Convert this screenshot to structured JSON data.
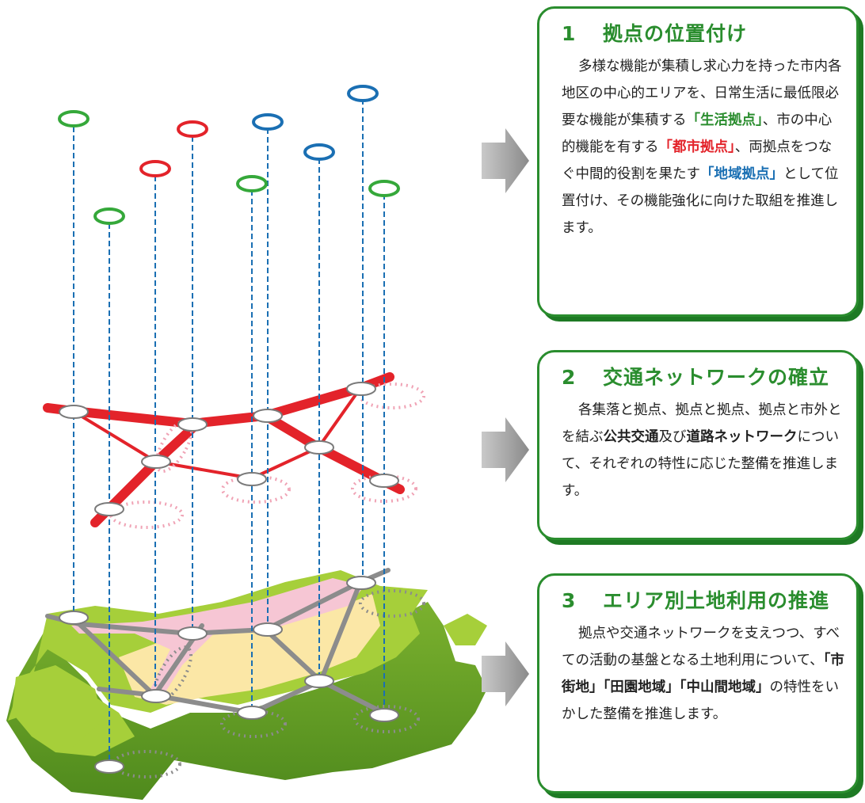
{
  "cards": [
    {
      "number": "1",
      "title": "拠点の位置付け",
      "segments": [
        {
          "text": "多様な機能が集積し求心力を持った市内各地区の中心的エリアを、日常生活に最低限必要な機能が集積する",
          "style": ""
        },
        {
          "text": "「生活拠点」",
          "style": "grn"
        },
        {
          "text": "、市の中心的機能を有する",
          "style": ""
        },
        {
          "text": "「都市拠点」",
          "style": "red"
        },
        {
          "text": "、両拠点をつなぐ中間的役割を果たす",
          "style": ""
        },
        {
          "text": "「地域拠点」",
          "style": "blue"
        },
        {
          "text": "として位置付け、その機能強化に向けた取組を推進します。",
          "style": ""
        }
      ]
    },
    {
      "number": "2",
      "title": "交通ネットワークの確立",
      "segments": [
        {
          "text": "各集落と拠点、拠点と拠点、拠点と市外とを結ぶ",
          "style": ""
        },
        {
          "text": "公共交通",
          "style": "bold"
        },
        {
          "text": "及び",
          "style": ""
        },
        {
          "text": "道路ネットワーク",
          "style": "bold"
        },
        {
          "text": "について、それぞれの特性に応じた整備を推進します。",
          "style": ""
        }
      ]
    },
    {
      "number": "3",
      "title": "エリア別土地利用の推進",
      "segments": [
        {
          "text": "拠点や交通ネットワークを支えつつ、すべての活動の基盤となる土地利用について、",
          "style": ""
        },
        {
          "text": "「市街地」「田園地域」「中山間地域」",
          "style": "bold"
        },
        {
          "text": "の特性をいかした整備を推進します。",
          "style": ""
        }
      ]
    }
  ],
  "colors": {
    "accent_green": "#2a8d2e",
    "life_hub_green": "#35a83a",
    "city_hub_red": "#e3232a",
    "regional_hub_blue": "#1a6fb3",
    "road_red": "#e3232a",
    "land_green": "#a6cf3a",
    "urban_yellow": "#fbe7a6",
    "urban_pink": "#f6c6d4"
  },
  "icons": {
    "arrow": "right-chevron-arrow-icon",
    "hub_ring": "ellipse-ring-icon"
  }
}
